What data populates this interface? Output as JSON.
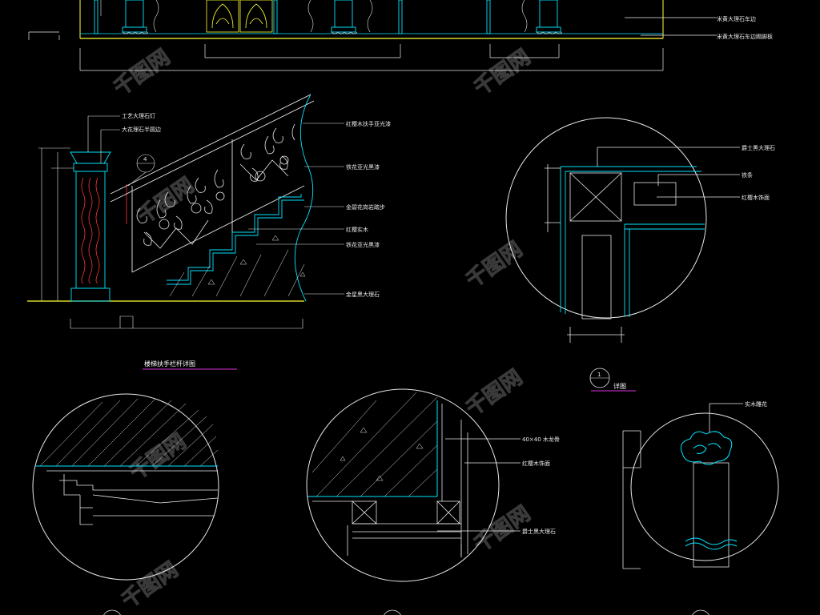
{
  "colors": {
    "background": "#000000",
    "line_white": "#e8e8e8",
    "line_cyan": "#00e5ff",
    "line_yellow": "#ffff33",
    "line_red": "#ff3333",
    "line_magenta": "#dd33dd",
    "watermark": "#3a3a3a"
  },
  "elevation": {
    "labels": [
      "米黄大理石车边",
      "米黄大理石车边踢脚板"
    ]
  },
  "stair": {
    "title": "楼梯扶手栏杆详图",
    "labels": [
      "工艺大理石灯",
      "大花理石半圆边",
      "红樱木扶手亚光漆",
      "铁花亚光黑漆",
      "金碧花岗岩踏步",
      "红樱实木",
      "铁花亚光黑漆",
      "金星黑大理石"
    ],
    "marker": "4"
  },
  "detail1": {
    "title": "详图",
    "marker": "1",
    "labels": [
      "爵士黑大理石",
      "铁条",
      "红樱木饰面"
    ]
  },
  "detail_mid": {
    "labels": [
      "40×40 木龙骨",
      "红樱木饰面",
      "爵士黑大理石"
    ]
  },
  "detail_right": {
    "labels": [
      "实木雕花"
    ]
  },
  "watermark": {
    "text": "千图网"
  }
}
